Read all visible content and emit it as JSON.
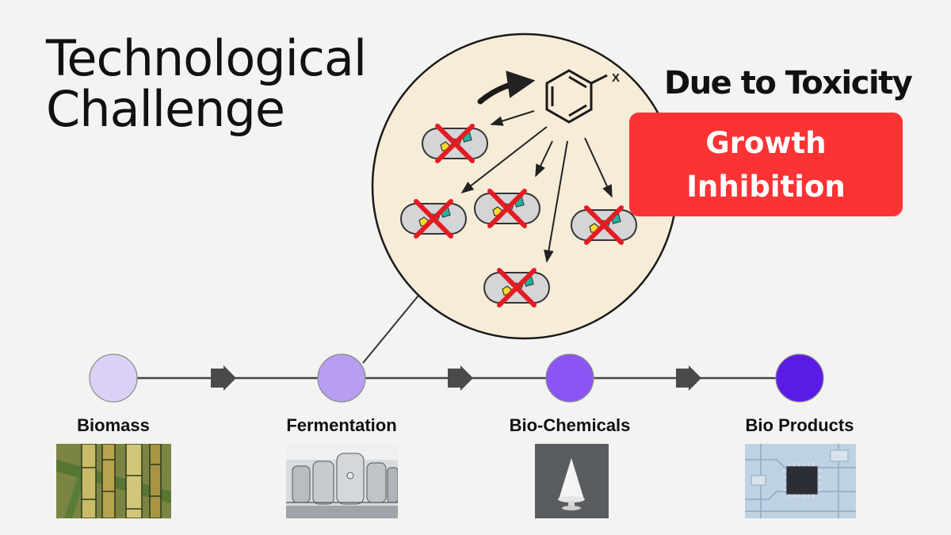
{
  "title": {
    "line1": "Technological",
    "line2": "Challenge"
  },
  "toxicity_heading": "Due to Toxicity",
  "effect_label": "Growth Inhibition",
  "molecule_substituent": "X",
  "colors": {
    "accent_red": "#fb3335",
    "stage1": "#dcd0f6",
    "stage2": "#b79ef0",
    "stage3": "#8b55f6",
    "stage4": "#5b1be6",
    "circle_fill": "#f7ecd8"
  },
  "stages": [
    {
      "label": "Biomass",
      "image": "sugarcane-photo"
    },
    {
      "label": "Fermentation",
      "image": "fermentation-tanks-photo"
    },
    {
      "label": "Bio-Chemicals",
      "image": "white-powder-photo"
    },
    {
      "label": "Bio Products",
      "image": "microchip-photo"
    }
  ]
}
